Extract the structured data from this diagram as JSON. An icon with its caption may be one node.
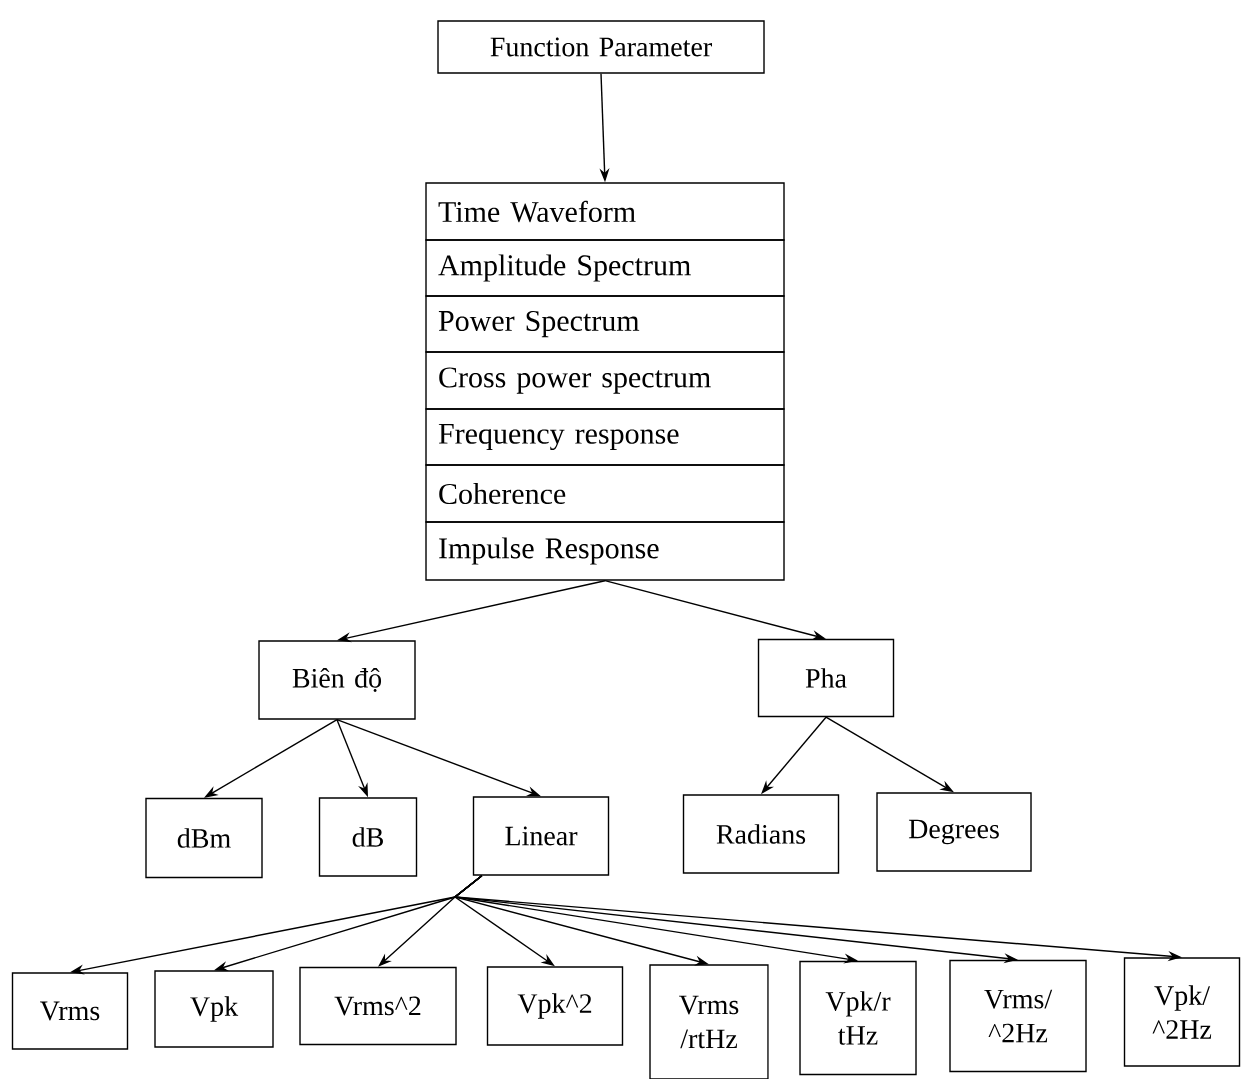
{
  "diagram": {
    "nodes": [
      {
        "text": [
          "Function Parameter"
        ]
      },
      {
        "text": [
          "Time Waveform"
        ]
      },
      {
        "text": [
          "Amplitude Spectrum"
        ]
      },
      {
        "text": [
          "Power Spectrum"
        ]
      },
      {
        "text": [
          "Cross power spectrum"
        ]
      },
      {
        "text": [
          "Frequency response"
        ]
      },
      {
        "text": [
          "Coherence"
        ]
      },
      {
        "text": [
          "Impulse Response"
        ]
      },
      {
        "text": [
          "Biên độ"
        ]
      },
      {
        "text": [
          "Pha"
        ]
      },
      {
        "text": [
          "dBm"
        ]
      },
      {
        "text": [
          "dB"
        ]
      },
      {
        "text": [
          "Linear"
        ]
      },
      {
        "text": [
          "Radians"
        ]
      },
      {
        "text": [
          "Degrees"
        ]
      },
      {
        "text": [
          "Vrms"
        ]
      },
      {
        "text": [
          "Vpk"
        ]
      },
      {
        "text": [
          "Vrms^2"
        ]
      },
      {
        "text": [
          "Vpk^2"
        ]
      },
      {
        "text": [
          "Vrms /rtHz"
        ]
      },
      {
        "text": [
          "Vpk/r tHz"
        ]
      },
      {
        "text": [
          "Vrms/ ^2Hz"
        ]
      },
      {
        "text": [
          "Vpk/ ^2Hz"
        ]
      }
    ],
    "edges": [
      {
        "from": 0,
        "to": 1,
        "arrow": "to"
      },
      {
        "from": 7,
        "to": 8,
        "arrow": "to"
      },
      {
        "from": 7,
        "to": 9,
        "arrow": "to"
      },
      {
        "from": 8,
        "to": 10,
        "arrow": "to"
      },
      {
        "from": 8,
        "to": 11,
        "arrow": "to"
      },
      {
        "from": 8,
        "to": 12,
        "arrow": "to"
      },
      {
        "from": 9,
        "to": 13,
        "arrow": "to"
      },
      {
        "from": 9,
        "to": 14,
        "arrow": "to"
      },
      {
        "from": 12,
        "to": 15,
        "arrow": "to"
      },
      {
        "from": 12,
        "to": 16,
        "arrow": "to"
      },
      {
        "from": 12,
        "to": 17,
        "arrow": "to"
      },
      {
        "from": 12,
        "to": 18,
        "arrow": "to"
      },
      {
        "from": 12,
        "to": 19,
        "arrow": "to"
      },
      {
        "from": 12,
        "to": 20,
        "arrow": "to"
      },
      {
        "from": 12,
        "to": 21,
        "arrow": "to"
      },
      {
        "from": 12,
        "to": 22,
        "arrow": "to"
      }
    ]
  }
}
